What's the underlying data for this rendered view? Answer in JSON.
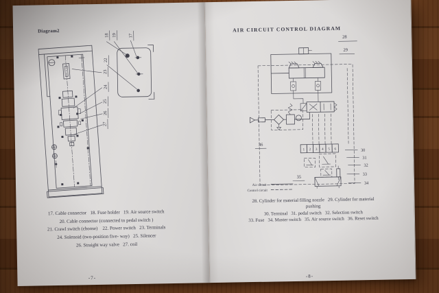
{
  "colors": {
    "wood": "#74421f",
    "page": "#dcdad9",
    "ink": "#3a3a46"
  },
  "left_page": {
    "diagram_label": "Diagram2",
    "page_number": "-7-",
    "captions": [
      "17. Cable connector   18. Fuse holder   19. Air source switch",
      "20. Cable connector (connected to pedal switch )",
      "21. Crawl switch (choose)    22. Power switch   23. Terminals",
      "24. Solenoid (two-position five- way)   25. Silencer",
      "26. Straight way valve   27. coil"
    ],
    "labels": {
      "l17": "17",
      "l18": "18",
      "l19": "19",
      "l22": "22",
      "l23": "23",
      "l24": "24",
      "l25": "25",
      "l26": "26",
      "l27": "27"
    }
  },
  "right_page": {
    "title": "AIR CIRCUIT CONTROL DIAGRAM",
    "page_number": "-8-",
    "captions": [
      "28. Cylinder for material filling nozzle   29. Cylinder for material",
      "pushing",
      "30. Terminal   31. pedal switch   32. Selection switch",
      "33. Fuse   34. Master switch   35. Air source switch   36. Reset switch"
    ],
    "legend": {
      "air": "Air circuit",
      "control": "Control circuit"
    },
    "labels": {
      "l28": "28",
      "l29": "29",
      "l30": "30",
      "l31": "31",
      "l32": "32",
      "l33": "33",
      "l34": "34",
      "l35": "35",
      "l36": "36"
    },
    "terminal_numbers": [
      "1",
      "2",
      "3",
      "4",
      "5",
      "6"
    ]
  }
}
